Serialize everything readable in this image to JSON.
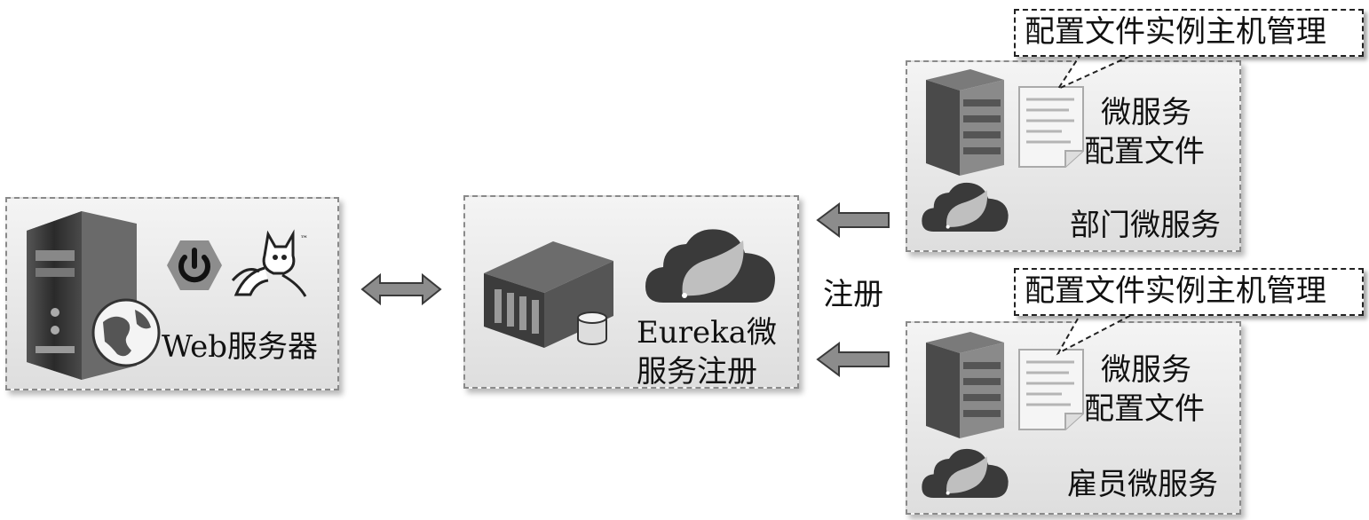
{
  "web_server": {
    "label": "Web服务器"
  },
  "eureka": {
    "line1": "Eureka微",
    "line2": "服务注册"
  },
  "register_label": "注册",
  "services": [
    {
      "callout": "配置文件实例主机管理",
      "config_line1": "微服务",
      "config_line2": "配置文件",
      "name": "部门微服务"
    },
    {
      "callout": "配置文件实例主机管理",
      "config_line1": "微服务",
      "config_line2": "配置文件",
      "name": "雇员微服务"
    }
  ],
  "colors": {
    "box_border": "#8a8a8a",
    "arrow_fill": "#8c8c8c",
    "icon_dark": "#3a3a3a"
  }
}
